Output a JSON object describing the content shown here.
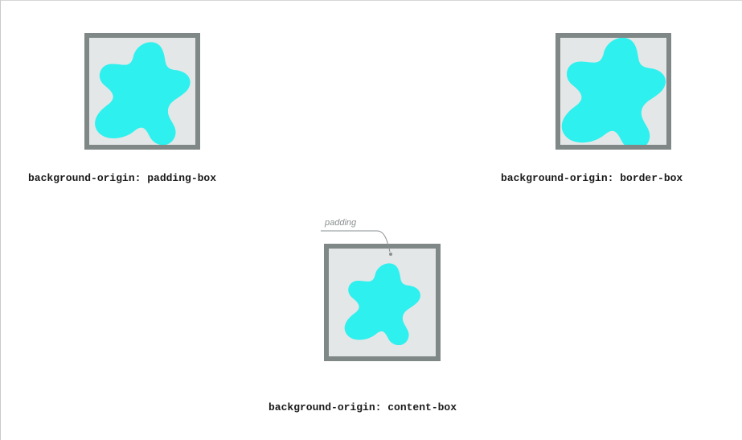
{
  "diagram": {
    "colors": {
      "border": "#7f8886",
      "padding_area": "#e4e7e7",
      "background_image": "#2ef0ee",
      "annotation": "#8a8f90",
      "caption": "#1a1a1a"
    },
    "examples": [
      {
        "id": "padding-box",
        "caption": "background-origin: padding-box"
      },
      {
        "id": "border-box",
        "caption": "background-origin: border-box"
      },
      {
        "id": "content-box",
        "caption": "background-origin: content-box"
      }
    ],
    "annotation": "padding"
  }
}
